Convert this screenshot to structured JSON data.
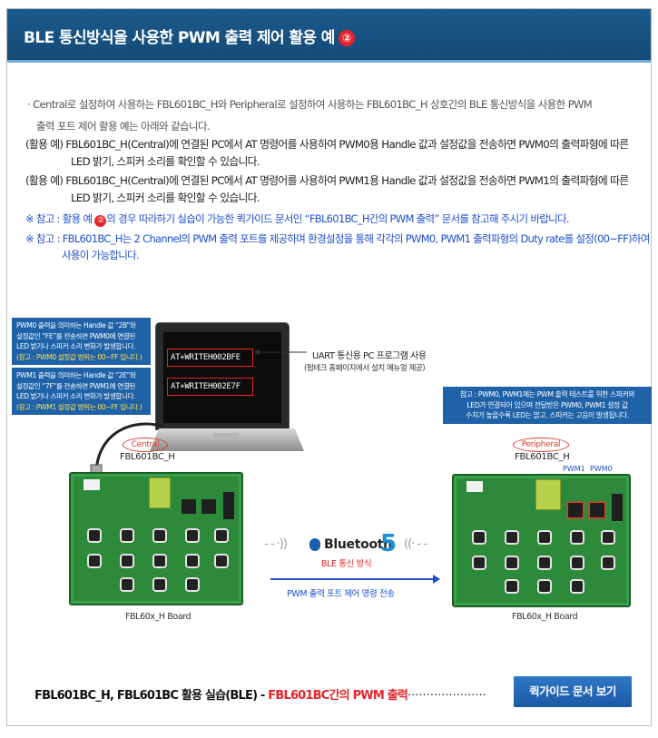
{
  "header": {
    "title": "BLE 통신방식을 사용한 PWM 출력 제어 활용 예",
    "badge": "②"
  },
  "intro": {
    "line1": "· Central로 설정하여 사용하는 FBL601BC_H와 Peripheral로 설정하여 사용하는 FBL601BC_H 상호간의 BLE 통신방식을 사용한 PWM",
    "line2": "출력 포트 제어 활용 예는 아래와 같습니다."
  },
  "usage": [
    {
      "line1": "(활용 예) FBL601BC_H(Central)에 연결된 PC에서 AT 명령어를 사용하여 PWM0용 Handle 값과 설정값을 전송하면 PWM0의 출력파형에 따른",
      "line2": "LED 밝기, 스피커 소리를 확인할 수 있습니다."
    },
    {
      "line1": "(활용 예) FBL601BC_H(Central)에 연결된 PC에서 AT 명령어를 사용하여 PWM1용 Handle 값과 설정값을 전송하면 PWM1의 출력파형에 따른",
      "line2": "LED 밝기, 스피커 소리를 확인할 수 있습니다."
    }
  ],
  "notes": {
    "note1_pre": "※ 참고 : 활용 예 ",
    "note1_badge": "②",
    "note1_post": "의 경우 따라하기 실습이 가능한 퀵가이드 문서인 “FBL601BC_H간의 PWM 출력” 문서를 참고해 주시기 바랍니다.",
    "note2_line1": "※ 참고 : FBL601BC_H는 2 Channel의 PWM 출력 포트를 제공하며 환경설정을 통해 각각의 PWM0, PWM1 출력파형의 Duty rate를 설정(00~FF)하여",
    "note2_line2": "사용이 가능합니다."
  },
  "callouts": {
    "pwm0": {
      "text1": "PWM0 출력을 의미하는 Handle 값 “2B”와",
      "text2": "설정값인 “FE”를 전송하면 PWM0에 연결된",
      "text3": "LED 밝기나 스피커 소리 변화가 발생합니다.",
      "note": "(참고 : PWM0 설정값 범위는 00~FF 입니다.)"
    },
    "pwm1": {
      "text1": "PWM1 출력을 의미하는 Handle 값 “2E”와",
      "text2": "설정값인 “7F”를 전송하면 PWM1에 연결된",
      "text3": "LED 밝기나 스피커 소리 변화가 발생합니다.",
      "note": "(참고 : PWM1 설정값 범위는 00~FF 입니다.)"
    },
    "right": {
      "text1": "참고 : PWM0, PWM1에는 PWM 출력 테스트를 위한 스피커와",
      "text2": "LED가 연결되어 있으며 전달받은 PWM0, PWM1 설정 값",
      "text3": "수치가 높을수록 LED는 밝고, 스피커는 고음이 발생됩니다."
    }
  },
  "terminal": {
    "cmd1": "AT+WRITEH002BFE",
    "cmd2": "AT+WRITEH002E7F"
  },
  "uart": {
    "title": "UART 통신용 PC 프로그램 사용",
    "sub": "(펌테크 홈페이지에서 설치 메뉴얼 제공)"
  },
  "left_board": {
    "role": "Central",
    "name": "FBL601BC_H",
    "caption": "FBL60x_H Board"
  },
  "right_board": {
    "role": "Peripheral",
    "name": "FBL601BC_H",
    "pwm1": "PWM1",
    "pwm0": "PWM0",
    "caption": "FBL60x_H Board"
  },
  "bluetooth": {
    "word": "Bluetooth",
    "version": "5",
    "mode": "BLE 통신 방식",
    "send": "PWM 출력 포트 제어 명령 전송",
    "wave_left": "- - ·))",
    "wave_right": "((· - -"
  },
  "footer": {
    "text_black": "FBL601BC_H, FBL601BC 활용 실습(BLE) - ",
    "text_red": "FBL601BC간의 PWM 출력",
    "dots": "·····················",
    "button": "퀵가이드 문서 보기"
  },
  "colors": {
    "header_bg": "#1a5a8c",
    "accent_red": "#e8232a",
    "note_blue": "#1f4fd1",
    "button_blue": "#2a6fc0"
  }
}
